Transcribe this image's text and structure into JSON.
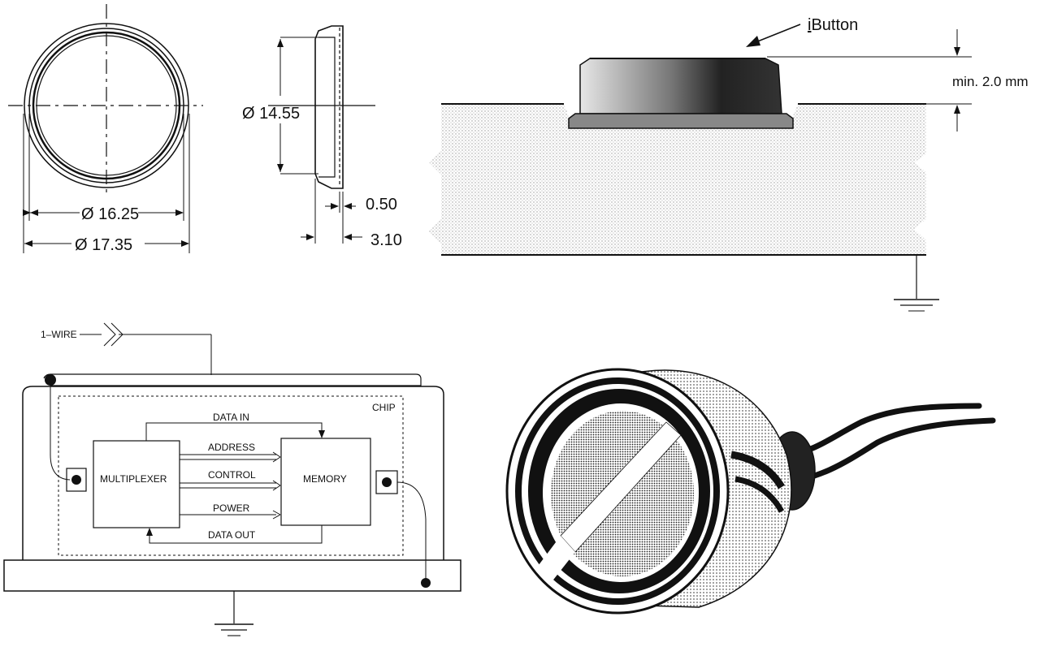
{
  "dimensions": {
    "diameter_outer": "Ø  17.35",
    "diameter_inner": "Ø  16.25",
    "diameter_side": "Ø  14.55",
    "thickness_lip": "0.50",
    "thickness_total": "3.10"
  },
  "mounting": {
    "part_label": "iButton",
    "clearance_label": "min. 2.0 mm"
  },
  "block_diagram": {
    "wire_label": "1–WIRE",
    "chip_label": "CHIP",
    "multiplexer_label": "MULTIPLEXER",
    "memory_label": "MEMORY",
    "signals": {
      "data_in": "DATA IN",
      "address": "ADDRESS",
      "control": "CONTROL",
      "power": "POWER",
      "data_out": "DATA OUT"
    }
  },
  "colors": {
    "ink": "#111111",
    "stipple": "#c9c9c9",
    "background": "#ffffff"
  }
}
